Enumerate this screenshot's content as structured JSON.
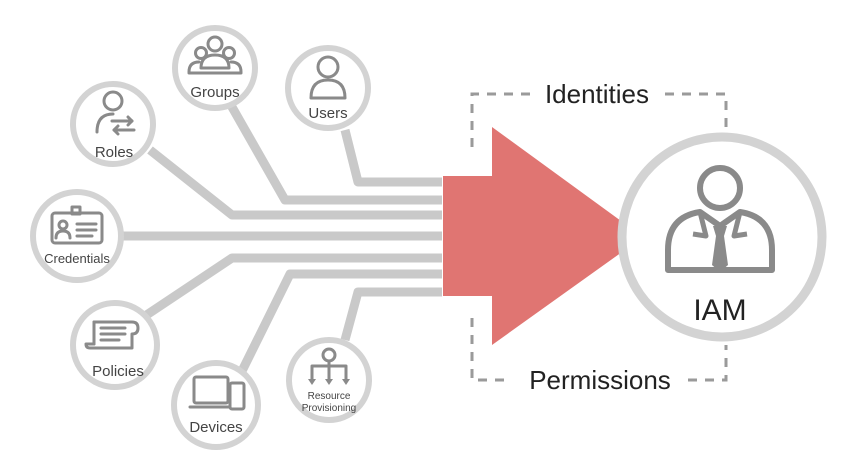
{
  "diagram": {
    "sources": [
      {
        "id": "groups",
        "label": "Groups",
        "icon": "group-icon"
      },
      {
        "id": "users",
        "label": "Users",
        "icon": "user-icon"
      },
      {
        "id": "roles",
        "label": "Roles",
        "icon": "role-switch-icon"
      },
      {
        "id": "credentials",
        "label": "Credentials",
        "icon": "id-card-icon"
      },
      {
        "id": "policies",
        "label": "Policies",
        "icon": "scroll-document-icon"
      },
      {
        "id": "devices",
        "label": "Devices",
        "icon": "devices-icon"
      },
      {
        "id": "resource",
        "label_line1": "Resource",
        "label_line2": "Provisioning",
        "icon": "provisioning-tree-icon"
      }
    ],
    "top_bracket_label": "Identities",
    "bottom_bracket_label": "Permissions",
    "target": {
      "label": "IAM",
      "icon": "admin-person-icon"
    },
    "colors": {
      "arrow": "#e07572",
      "connector": "#c9c9c9",
      "bubble_border": "#d3d3d3",
      "icon": "#8a8a8a",
      "dashed_bracket": "#9a9a9a"
    }
  }
}
